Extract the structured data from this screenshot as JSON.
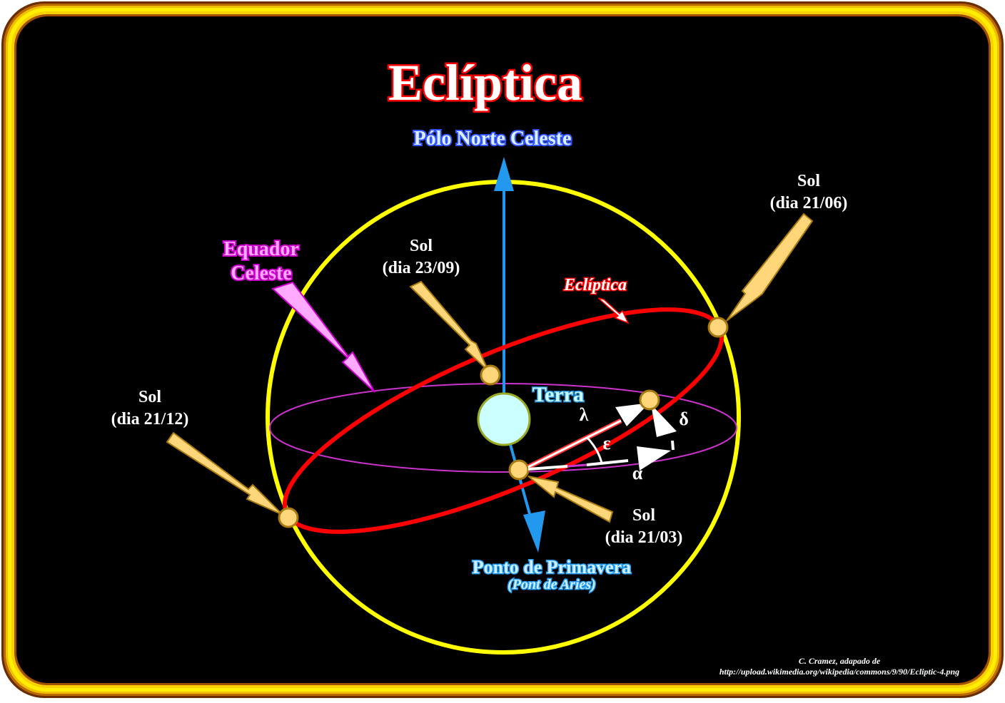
{
  "title": "Eclíptica",
  "labels": {
    "north_pole": "Pólo Norte Celeste",
    "celestial_equator_line1": "Equador",
    "celestial_equator_line2": "Celeste",
    "ecliptic_small": "Eclíptica",
    "earth": "Terra",
    "vernal_point": "Ponto de Primavera",
    "vernal_point_sub": "(Pont de Aries)"
  },
  "suns": [
    {
      "name": "Sol",
      "date": "(dia 21/06)"
    },
    {
      "name": "Sol",
      "date": "(dia 23/09)"
    },
    {
      "name": "Sol",
      "date": "(dia 21/12)"
    },
    {
      "name": "Sol",
      "date": "(dia 21/03)"
    }
  ],
  "greek": {
    "lambda": "λ",
    "epsilon": "ε",
    "delta": "δ",
    "alpha": "α"
  },
  "credit": {
    "line1": "C. Cramez, adapado de",
    "line2": "http://upload.wikimedia.org/wikipedia/commons/9/90/Ecliptic-4.png"
  },
  "colors": {
    "background": "#000000",
    "frame_yellow": "#ffee00",
    "frame_brown": "#7a3a00",
    "sphere": "#ffff00",
    "ecliptic": "#ff0000",
    "equator": "#cc33cc",
    "axis": "#2299ee",
    "earth": "#ccffff",
    "sun": "#ffd77a",
    "sun_border": "#a87a10",
    "equator_label": "#ff88ff",
    "pole_label": "#4466ff",
    "vernal_label": "#33aaff"
  }
}
